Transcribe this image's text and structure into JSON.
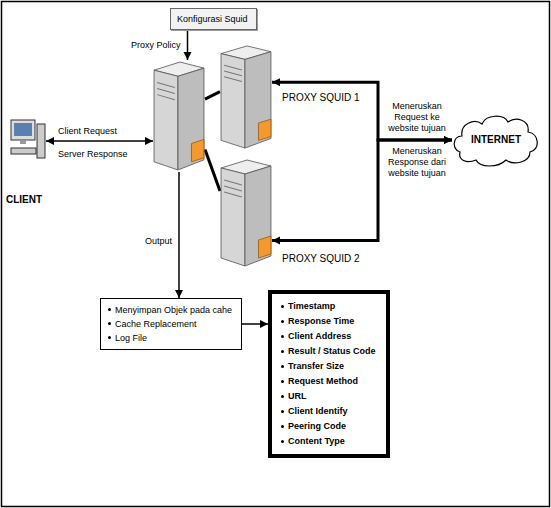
{
  "diagram": {
    "nodes": [
      {
        "text": [
          "Konfigurasi Squid"
        ]
      },
      {
        "text": [
          "CLIENT"
        ]
      },
      {
        "text": []
      },
      {
        "text": [
          "PROXY SQUID 1"
        ]
      },
      {
        "text": [
          "PROXY SQUID 2"
        ]
      },
      {
        "text": [
          "INTERNET"
        ]
      },
      {
        "text": [
          "Menyimpan Objek pada cahe",
          "Cache Replacement",
          "Log File"
        ]
      },
      {
        "text": [
          "Timestamp",
          "Response Time",
          "Client Address",
          "Result / Status Code",
          "Transfer Size",
          "Request Method",
          "URL",
          "Client Identify",
          "Peering Code",
          "Content Type"
        ]
      }
    ],
    "edges": [
      {
        "from": 0,
        "to": 2,
        "arrow": "to",
        "label": "Proxy Policy"
      },
      {
        "from": 1,
        "to": 2,
        "arrow": "both"
      },
      {
        "from": 2,
        "to": 3,
        "arrow": "none"
      },
      {
        "from": 2,
        "to": 4,
        "arrow": "none"
      },
      {
        "from": 3,
        "to": 5,
        "arrow": "both"
      },
      {
        "from": 4,
        "to": 5,
        "arrow": "both"
      },
      {
        "from": 2,
        "to": 6,
        "arrow": "to",
        "label": "Output"
      },
      {
        "from": 6,
        "to": 7,
        "arrow": "to"
      }
    ],
    "labels": [
      "Client Request",
      "Server Response",
      "Meneruskan Request ke website tujuan",
      "Meneruskan Response dari website tujuan"
    ]
  }
}
